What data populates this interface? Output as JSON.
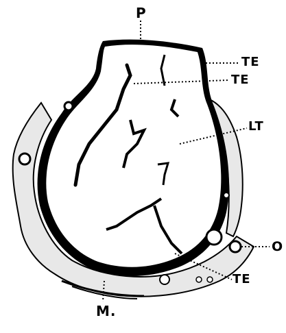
{
  "labels": {
    "p": "P",
    "te_top": "TE",
    "te_mid": "TE",
    "lt": "LT",
    "o": "O",
    "te_bottom": "TE",
    "m": "M."
  },
  "colors": {
    "ink": "#000000",
    "paper": "#ffffff"
  }
}
